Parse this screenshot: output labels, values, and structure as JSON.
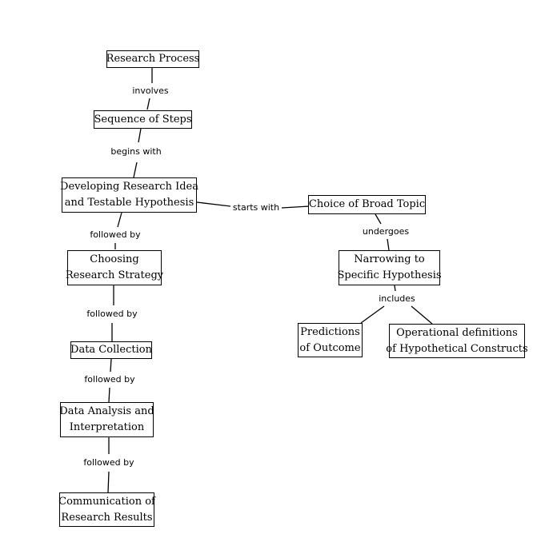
{
  "nodes": {
    "research_process": [
      "Research Process"
    ],
    "sequence_of_steps": [
      "Sequence of Steps"
    ],
    "developing_idea": [
      "Developing Research Idea",
      "and Testable Hypothesis"
    ],
    "choosing_strategy": [
      "Choosing",
      "Research Strategy"
    ],
    "data_collection": [
      "Data Collection"
    ],
    "data_analysis": [
      "Data Analysis and",
      "Interpretation"
    ],
    "communication": [
      "Communication of",
      "Research Results"
    ],
    "broad_topic": [
      "Choice of Broad Topic"
    ],
    "narrowing": [
      "Narrowing to",
      "Specific Hypothesis"
    ],
    "predictions": [
      "Predictions",
      "of Outcome"
    ],
    "operational": [
      "Operational definitions",
      "of Hypothetical Constructs"
    ]
  },
  "links": {
    "involves": "involves",
    "begins_with": "begins with",
    "followed_by_1": "followed by",
    "followed_by_2": "followed by",
    "followed_by_3": "followed by",
    "followed_by_4": "followed by",
    "starts_with": "starts with",
    "undergoes": "undergoes",
    "includes": "includes"
  }
}
